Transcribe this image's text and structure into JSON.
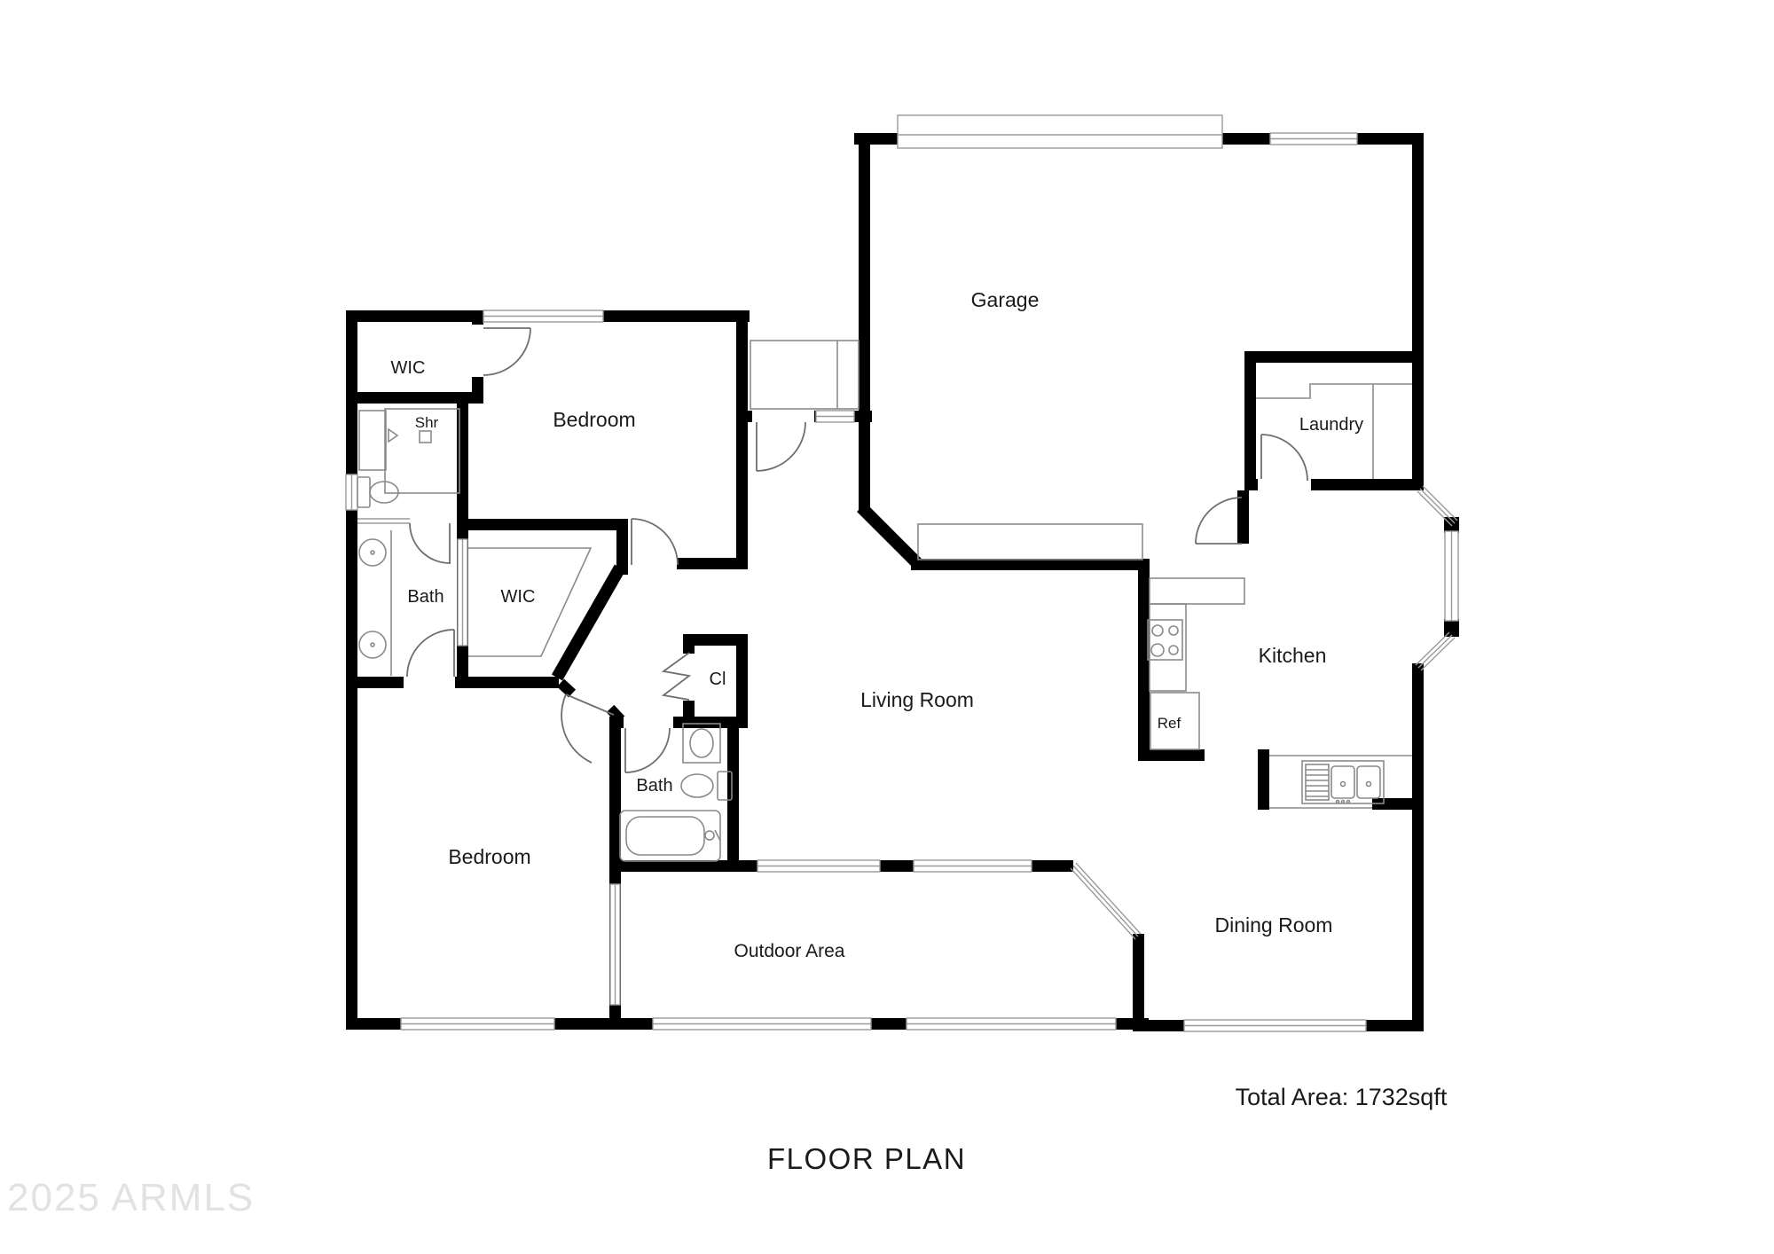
{
  "title": "FLOOR PLAN",
  "summary": {
    "total_area": "Total Area: 1732sqft"
  },
  "watermark": "2025 ARMLS",
  "rooms": {
    "garage": "Garage",
    "laundry": "Laundry",
    "kitchen": "Kitchen",
    "dining_room": "Dining Room",
    "living_room": "Living Room",
    "outdoor_area": "Outdoor Area",
    "bedroom_top": "Bedroom",
    "bedroom_bottom": "Bedroom",
    "bath_left": "Bath",
    "bath_center": "Bath",
    "wic_top": "WIC",
    "wic_middle": "WIC",
    "shower": "Shr",
    "closet": "Cl",
    "fridge": "Ref"
  },
  "colors": {
    "wall": "#000000",
    "line": "#8a8a8a",
    "win": "#9a9a9a",
    "text": "#1a1a1a",
    "watermark": "#e2e2e2",
    "background": "#ffffff"
  }
}
